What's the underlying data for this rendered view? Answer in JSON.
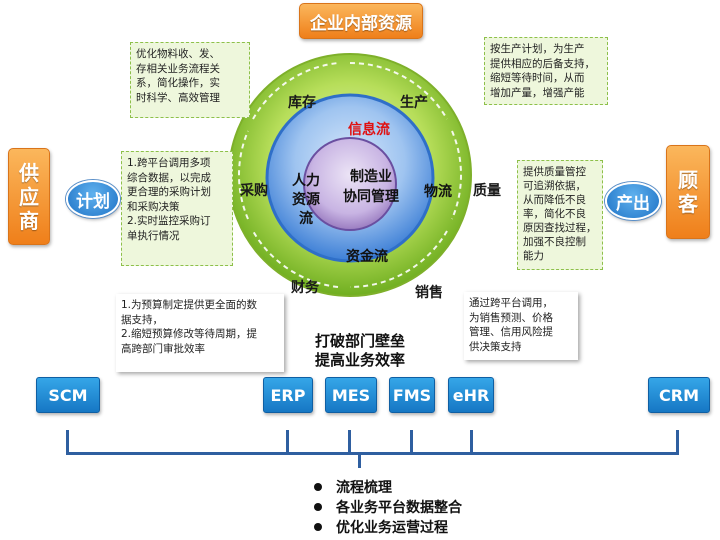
{
  "title": "企业内部资源",
  "supplier": [
    "供",
    "应",
    "商"
  ],
  "customer": [
    "顾",
    "客"
  ],
  "plan_label": "计划",
  "output_label": "产出",
  "ring": {
    "inventory": "库存",
    "production": "生产",
    "procurement": "采购",
    "quality": "质量",
    "finance": "财务",
    "sales": "销售"
  },
  "middle": {
    "info_flow": "信息流",
    "logistics": "物流",
    "capital_flow": "资金流",
    "hr_flow": [
      "人力",
      "资源",
      "流"
    ]
  },
  "core": [
    "制造业",
    "协同管理"
  ],
  "notes": {
    "top_left": [
      "优化物料收、发、",
      "存相关业务流程关",
      "系，简化操作，实",
      "时科学、高效管理"
    ],
    "top_right": [
      "按生产计划，为生产",
      "提供相应的后备支持，",
      "缩短等待时间，从而",
      "增加产量，增强产能"
    ],
    "mid_left": [
      "1.跨平台调用多项",
      "综合数据，以完成",
      "更合理的采购计划",
      "和采购决策",
      "2.实时监控采购订",
      "单执行情况"
    ],
    "mid_right": [
      "提供质量管控",
      "可追溯依据，",
      "从而降低不良",
      "率，简化不良",
      "原因查找过程，",
      "加强不良控制",
      "能力"
    ],
    "bottom_left": [
      "1.为预算制定提供更全面的数",
      "据支持，",
      "2.缩短预算修改等待周期，提",
      "高跨部门审批效率"
    ],
    "bottom_right": [
      "通过跨平台调用，",
      "为销售预测、价格",
      "管理、信用风险提",
      "供决策支持"
    ]
  },
  "slogan": [
    "打破部门壁垒",
    "提高业务效率"
  ],
  "systems": {
    "scm": "SCM",
    "erp": "ERP",
    "mes": "MES",
    "fms": "FMS",
    "ehr": "eHR",
    "crm": "CRM"
  },
  "bullets": [
    "流程梳理",
    "各业务平台数据整合",
    "优化业务运营过程"
  ],
  "colors": {
    "orange": "#ef7f1a",
    "blue": "#1f73c6",
    "green_ring": "#9bcd3c",
    "info_flow_red": "#e01010",
    "core_purple": "#9a7cc0"
  }
}
